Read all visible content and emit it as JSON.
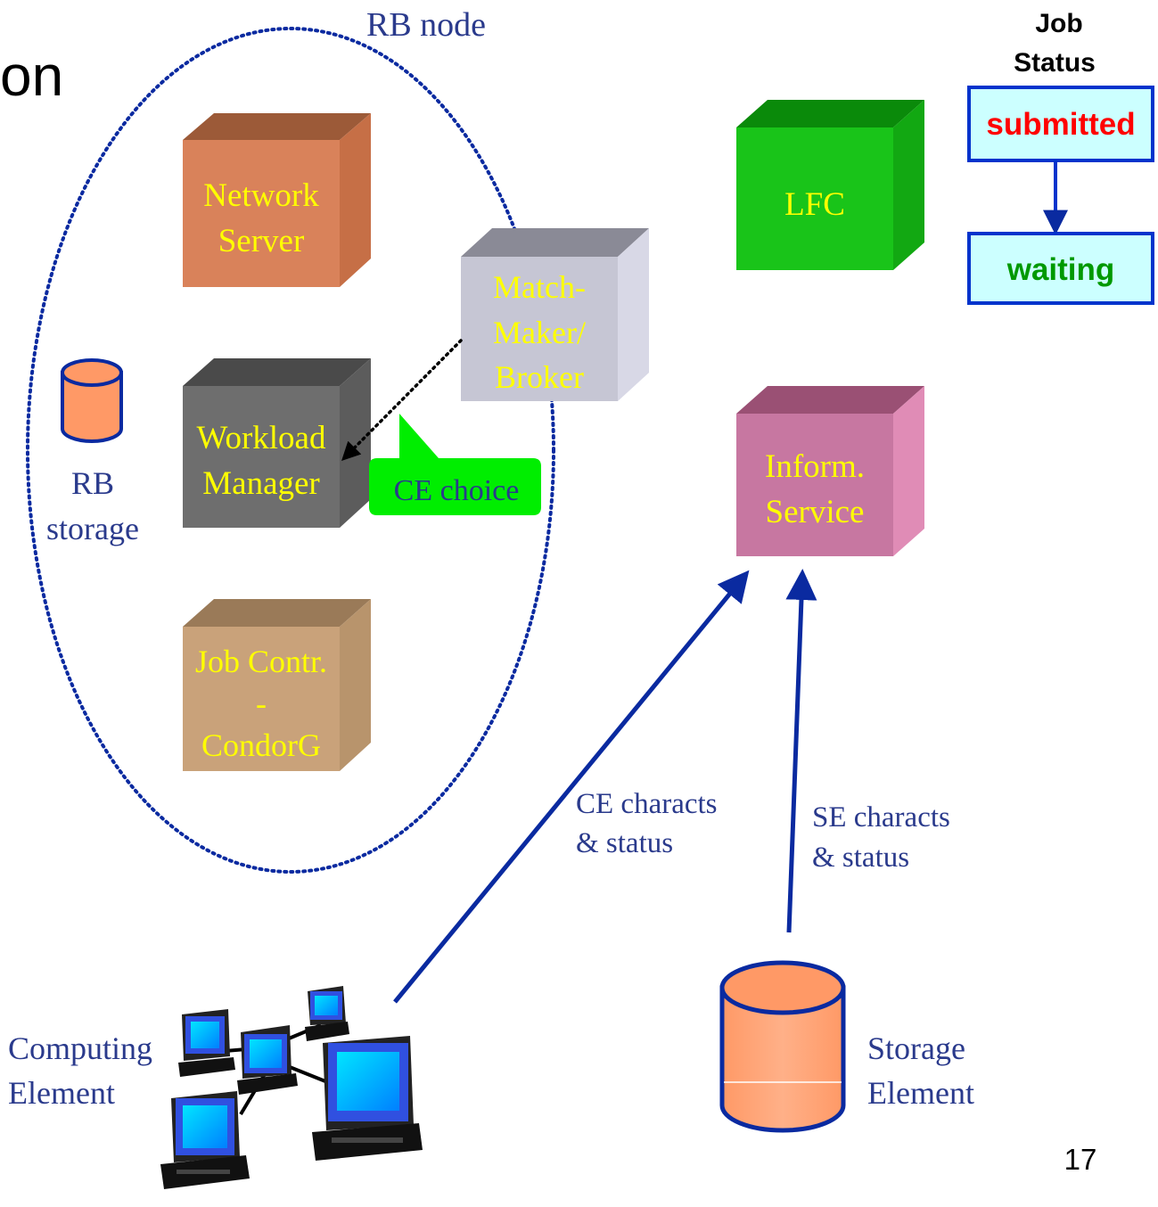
{
  "slide": {
    "title_fragment": "on",
    "page_number": "17"
  },
  "rb_node": {
    "label": "RB node",
    "network_server": [
      "Network",
      "Server"
    ],
    "workload_manager": [
      "Workload",
      "Manager"
    ],
    "job_controller": [
      "Job Contr.",
      "-",
      "CondorG"
    ],
    "rb_storage": [
      "RB",
      "storage"
    ]
  },
  "matchmaker": [
    "Match-",
    "Maker/",
    "Broker"
  ],
  "ce_choice": "CE choice",
  "lfc": "LFC",
  "information_service": [
    "Inform.",
    "Service"
  ],
  "job_status": {
    "title": [
      "Job",
      "Status"
    ],
    "states": [
      "submitted",
      "waiting"
    ]
  },
  "ce_link_label": [
    "CE characts",
    "& status"
  ],
  "se_link_label": [
    "SE characts",
    "& status"
  ],
  "computing_element": [
    "Computing",
    "Element"
  ],
  "storage_element": [
    "Storage",
    "Element"
  ],
  "colors": {
    "link_blue": "#0a2aa0",
    "label_blue": "#2a3a8c",
    "box_label_yellow": "#ffff00",
    "network_server": "#d9825a",
    "workload_manager": "#6e6e6e",
    "job_controller": "#c9a27a",
    "matchmaker": "#c6c6d4",
    "lfc": "#19c419",
    "information_service": "#c777a1",
    "storage_orange": "#ff9966",
    "status_fill": "#ccffff",
    "status_border": "#0033cc",
    "submitted_red": "#ff0000",
    "waiting_green": "#009900",
    "ce_choice_green": "#00ee00"
  }
}
